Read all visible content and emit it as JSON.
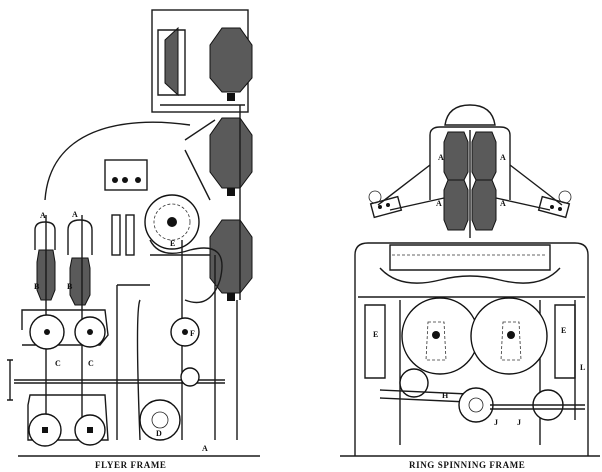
{
  "figures": [
    {
      "caption": "FLYER FRAME",
      "labels": [
        "A",
        "A",
        "B",
        "B",
        "C",
        "C",
        "E",
        "F",
        "D",
        "A"
      ]
    },
    {
      "caption": "RING SPINNING FRAME",
      "labels": [
        "A",
        "A",
        "A",
        "A",
        "E",
        "E",
        "L",
        "H",
        "J",
        "J"
      ]
    }
  ],
  "colors": {
    "ink": "#1a1a1a",
    "paper": "#ffffff",
    "bobbin": "#5a5a5a"
  }
}
